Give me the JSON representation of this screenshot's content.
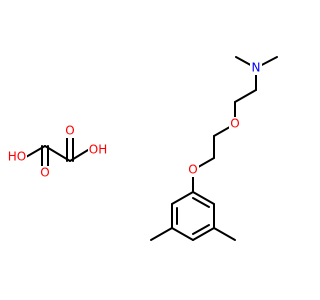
{
  "colors": {
    "bond": "#000000",
    "oxygen": "#ff0000",
    "nitrogen": "#0000ff",
    "background": "#ffffff"
  },
  "labels": {
    "ho_left": "HO",
    "oh_right": "OH",
    "o_carbonyl_left": "O",
    "o_carbonyl_right": "O",
    "ether_o_top": "O",
    "ether_o_bottom": "O",
    "amine_n": "N"
  }
}
